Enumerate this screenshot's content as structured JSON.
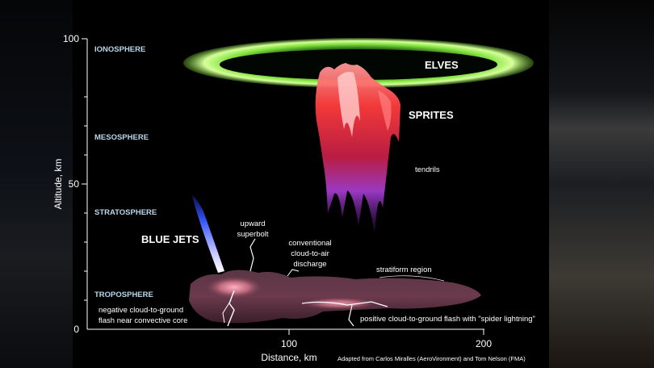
{
  "diagram": {
    "layers": {
      "ionosphere": "IONOSPHERE",
      "mesosphere": "MESOSPHERE",
      "stratosphere": "STRATOSPHERE",
      "troposphere": "TROPOSPHERE"
    },
    "phenomena": {
      "elves": "ELVES",
      "sprites": "SPRITES",
      "tendrils": "tendrils",
      "blue_jets": "BLUE JETS",
      "upward_superbolt": [
        "upward",
        "superbolt"
      ],
      "cloud_to_air": [
        "conventional",
        "cloud-to-air",
        "discharge"
      ],
      "stratiform": "stratiform region",
      "negative_flash": [
        "negative cloud-to-ground",
        "flash near convective core"
      ],
      "positive_flash": "positive cloud-to-ground flash with \"spider lightning\""
    },
    "axes": {
      "y_title": "Altitude, km",
      "x_title": "Distance, km",
      "y_ticks": [
        "100",
        "50",
        "0"
      ],
      "x_ticks": [
        "100",
        "200"
      ]
    },
    "credit": "Adapted from Carlos Miralles (AeroVironment) and Tom Nelson (FMA)"
  },
  "colors": {
    "background": "#000000",
    "elves_ring": "#8cf04a",
    "sprites": "#ff4a4a",
    "tendrils": "#b33cd6",
    "blue_jet": "#3a5cff",
    "cloud": "#6a3a4a",
    "layer_labels": "#b9d7ea"
  }
}
